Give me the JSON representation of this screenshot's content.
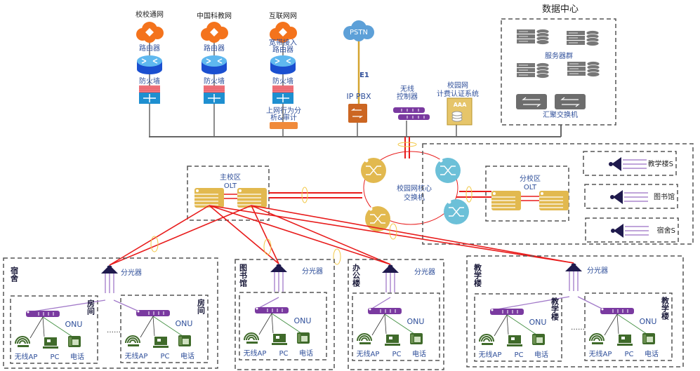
{
  "colors": {
    "label_blue": "#2f4f9a",
    "cloud_orange": "#f4731c",
    "router_blue": "#1f7fd8",
    "fiber_red": "#e81c1c",
    "olt_gold": "#e2b94f",
    "core_blue": "#6cc0d8",
    "onu_purple": "#7a3aa0",
    "terminal_green": "#3f6a2a",
    "splitter_navy": "#1f1a4d",
    "dash_gray": "#555555"
  },
  "internet": [
    {
      "name": "校校通网",
      "device": [
        "路由器"
      ],
      "firewall": "防火墙"
    },
    {
      "name": "中国科教网",
      "device": [
        "路由器"
      ],
      "firewall": "防火墙"
    },
    {
      "name": "互联网网",
      "device": [
        "宽带接入",
        "路由器"
      ],
      "firewall": "防火墙"
    }
  ],
  "audit": [
    "上网行为分",
    "析&审计"
  ],
  "pstn": "PSTN",
  "e1": "E1",
  "ippbx": "IP PBX",
  "wlc": [
    "无线",
    "控制器"
  ],
  "aaa": {
    "label": [
      "校园网",
      "计费认证系统"
    ],
    "badge": "AAA"
  },
  "datacenter": {
    "title": "数据中心",
    "servers": "服务器群",
    "switches": "汇聚交换机"
  },
  "core": [
    "校园网核心",
    "交换机"
  ],
  "main_olt": [
    "主校区",
    "OLT"
  ],
  "branch_olt": [
    "分校区",
    "OLT"
  ],
  "branch_buildings": [
    "教学楼S",
    "图书馆",
    "宿舍S"
  ],
  "terminal": {
    "onu": "ONU",
    "ap": "无线AP",
    "pc": "PC",
    "phone": "电话",
    "splitter": "分光器",
    "more": "……"
  },
  "buildings": [
    {
      "name": "宿舍",
      "room": "房间"
    },
    {
      "name": "图书馆",
      "room": ""
    },
    {
      "name": "办公楼",
      "room": ""
    },
    {
      "name": "教学楼",
      "room": "教学楼"
    }
  ]
}
